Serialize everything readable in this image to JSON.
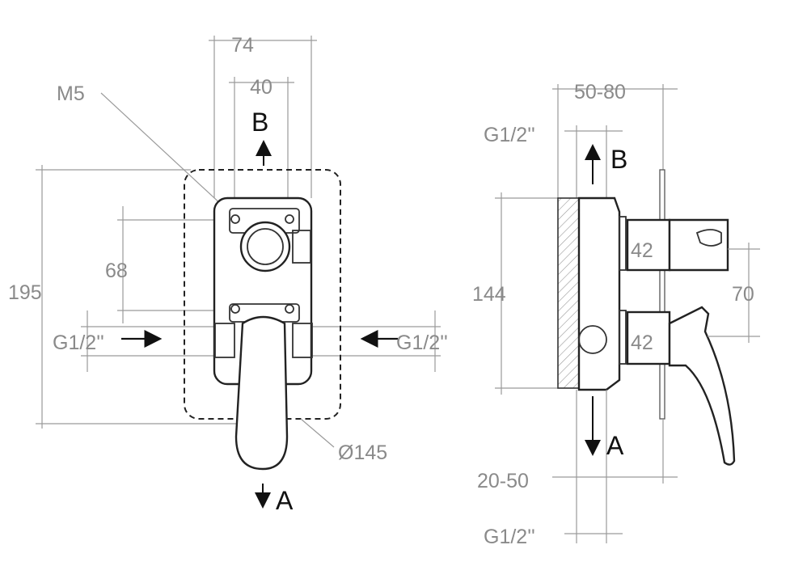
{
  "front_view": {
    "width_outer": "74",
    "width_inner": "40",
    "screw": "M5",
    "height_total": "195",
    "height_ports": "68",
    "inlet_left": "G1/2''",
    "inlet_right": "G1/2''",
    "cover_diameter": "Ø145",
    "outlet_top": "B",
    "outlet_bottom": "A"
  },
  "side_view": {
    "depth_range": "50-80",
    "top_thread": "G1/2''",
    "height": "144",
    "upper_knob": "42",
    "lower_knob": "42",
    "knob_spacing": "70",
    "wall_range": "20-50",
    "bottom_thread": "G1/2''",
    "outlet_top": "B",
    "outlet_bottom": "A"
  }
}
